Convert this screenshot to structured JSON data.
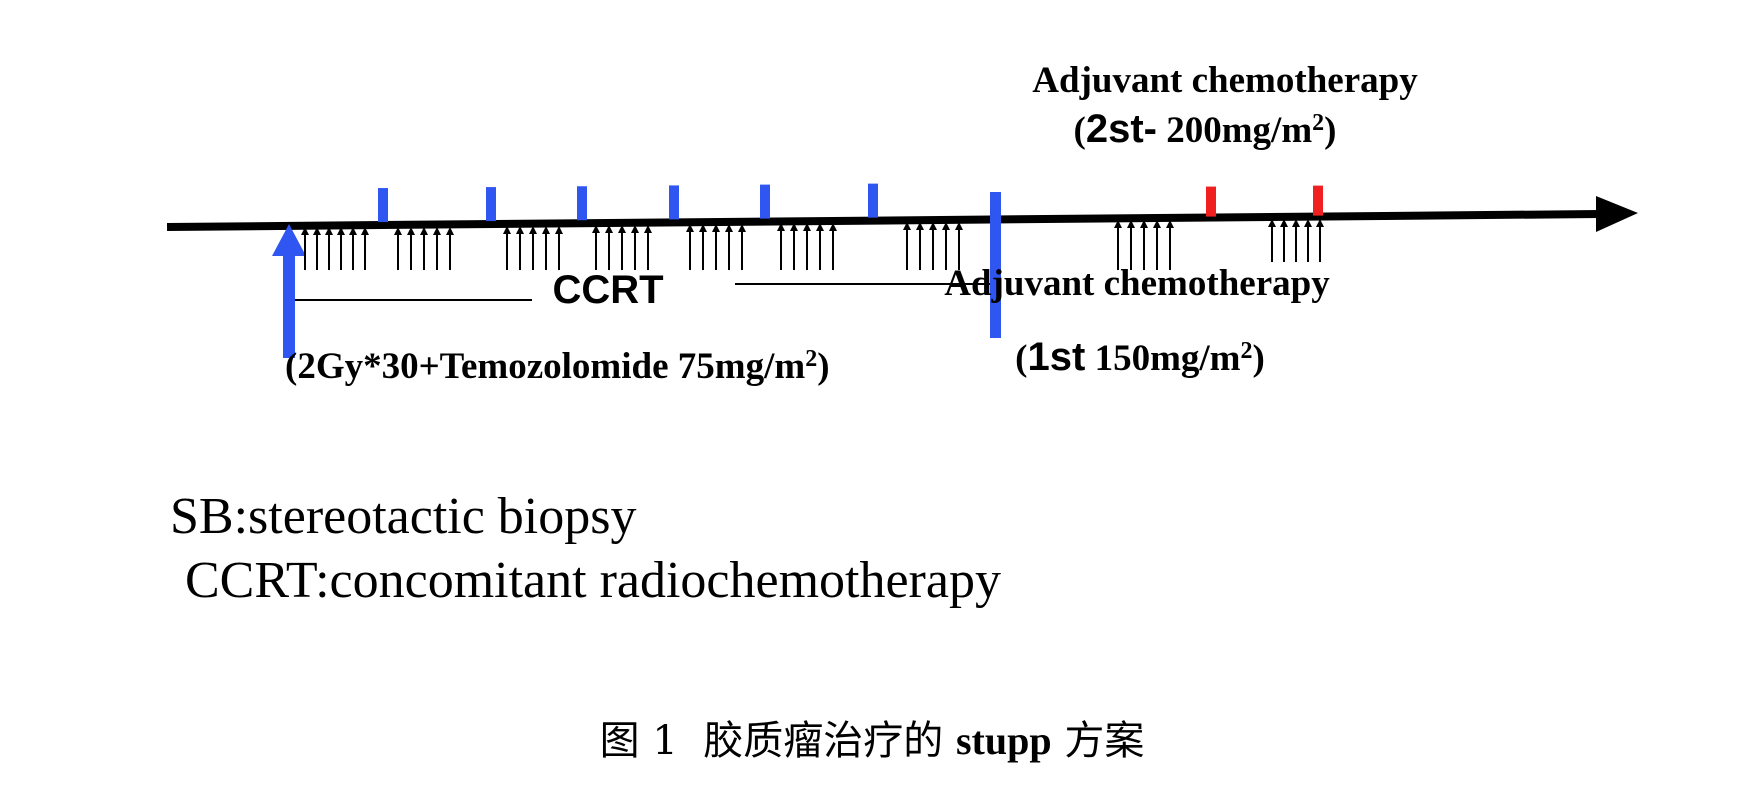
{
  "colors": {
    "blue": "#2f56f0",
    "red": "#f02020",
    "black": "#000000"
  },
  "ccrt": {
    "title": "CCRT",
    "detail_prefix": "(2Gy*30+Temozolomide 75mg/m",
    "detail_sup": "2",
    "detail_suffix": ")"
  },
  "adjuvant_1": {
    "title": "Adjuvant chemotherapy",
    "open_paren": "(",
    "cycle": "1st",
    "dose_prefix": " 150mg/m",
    "dose_sup": "2",
    "close_paren": ")"
  },
  "adjuvant_2": {
    "title": "Adjuvant chemotherapy",
    "open_paren": "(",
    "cycle": "2st-",
    "dose_prefix": " 200mg/m",
    "dose_sup": "2",
    "close_paren": ")"
  },
  "legend": {
    "sb": "SB:stereotactic biopsy",
    "ccrt": "CCRT:concomitant radiochemotherapy"
  },
  "caption": {
    "figure_label": "图 1",
    "text_before": "胶质瘤治疗的",
    "bold_word": "stupp",
    "text_after": "方案"
  }
}
